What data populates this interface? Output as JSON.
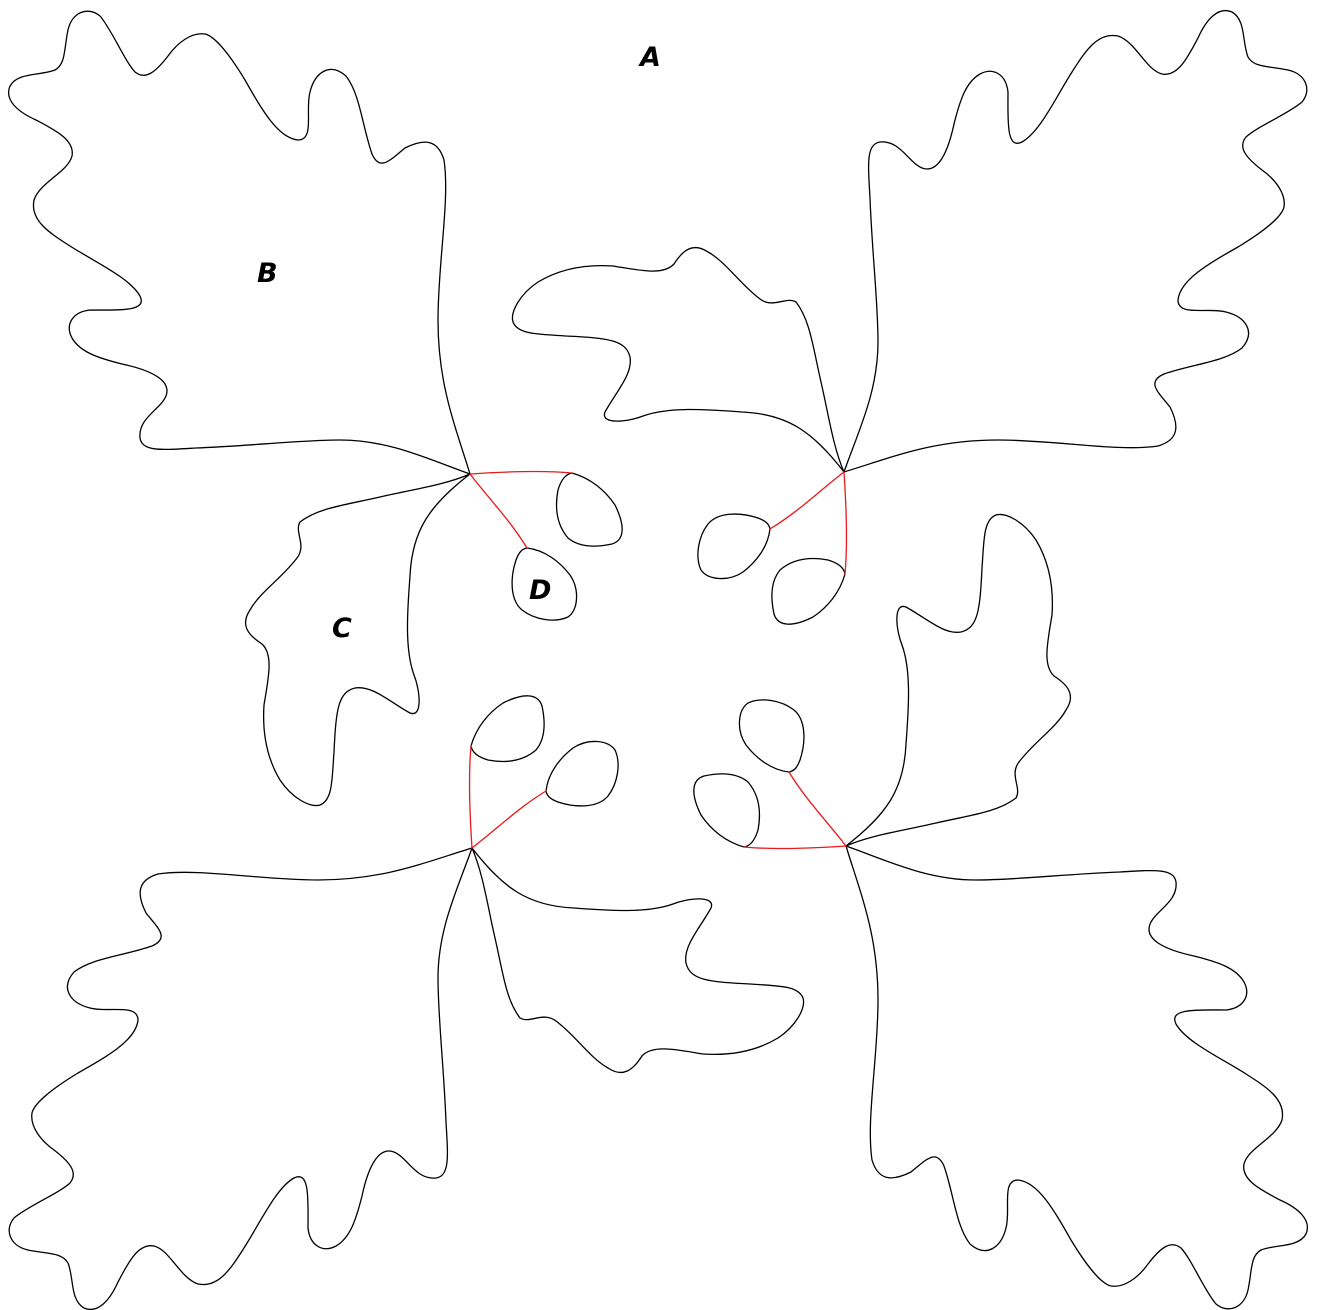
{
  "labels": {
    "a": "A",
    "b": "B",
    "c": "C",
    "d": "D"
  },
  "colors": {
    "outline": "#000000",
    "connector": "#e8191b",
    "background": "#ffffff"
  }
}
